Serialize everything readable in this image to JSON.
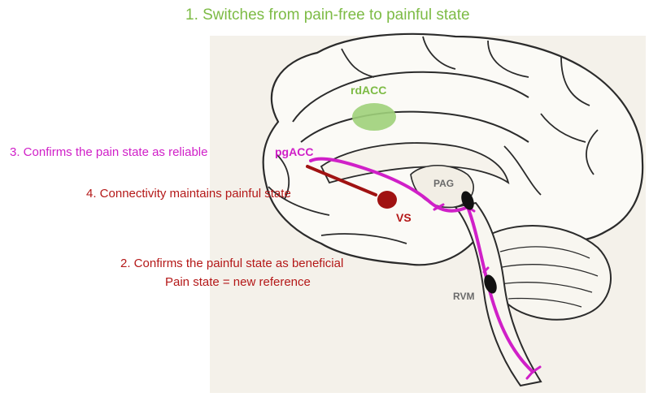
{
  "title": "1. Switches from pain-free to painful state",
  "statements": {
    "step3": "3. Confirms the pain state as reliable",
    "step4": "4. Connectivity maintains painful state",
    "step2_line1": "2. Confirms the painful state as beneficial",
    "step2_line2": "Pain state = new reference"
  },
  "regions": {
    "rdacc": "rdACC",
    "pgacc": "pgACC",
    "vs": "VS",
    "pag": "PAG",
    "rvm": "RVM"
  },
  "colors": {
    "green": "#7dbb45",
    "magenta": "#d020c8",
    "dark_red": "#b41818",
    "gray_label": "#6a6a6a"
  }
}
